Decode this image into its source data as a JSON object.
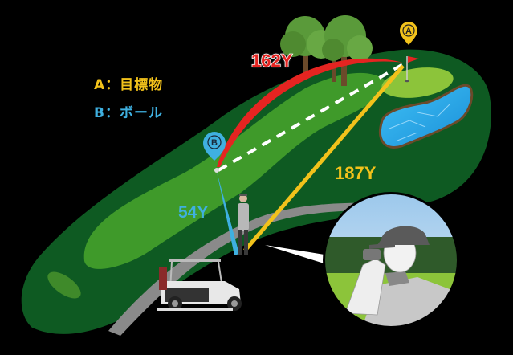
{
  "legend": {
    "a": "A：目標物",
    "b": "B：ボール"
  },
  "markers": {
    "a": "A",
    "b": "B"
  },
  "distances": {
    "ball_to_target": "162Y",
    "player_to_target": "187Y",
    "player_to_ball": "54Y"
  },
  "colors": {
    "background": "#000000",
    "rough": "#0e5a22",
    "fairway": "#3f9a2a",
    "green": "#8cc43a",
    "path": "#8a8a8a",
    "red_line": "#e52421",
    "yellow_line": "#f2c21b",
    "blue_line": "#3fb0e0",
    "water": "#2aa8e8"
  },
  "icons": {
    "target_pin": "map-pin-a-icon",
    "ball_pin": "map-pin-b-icon",
    "flag": "flag-icon",
    "golf_cart": "golf-cart-icon",
    "golfer": "golfer-icon",
    "rangefinder_user": "rangefinder-user-inset"
  }
}
